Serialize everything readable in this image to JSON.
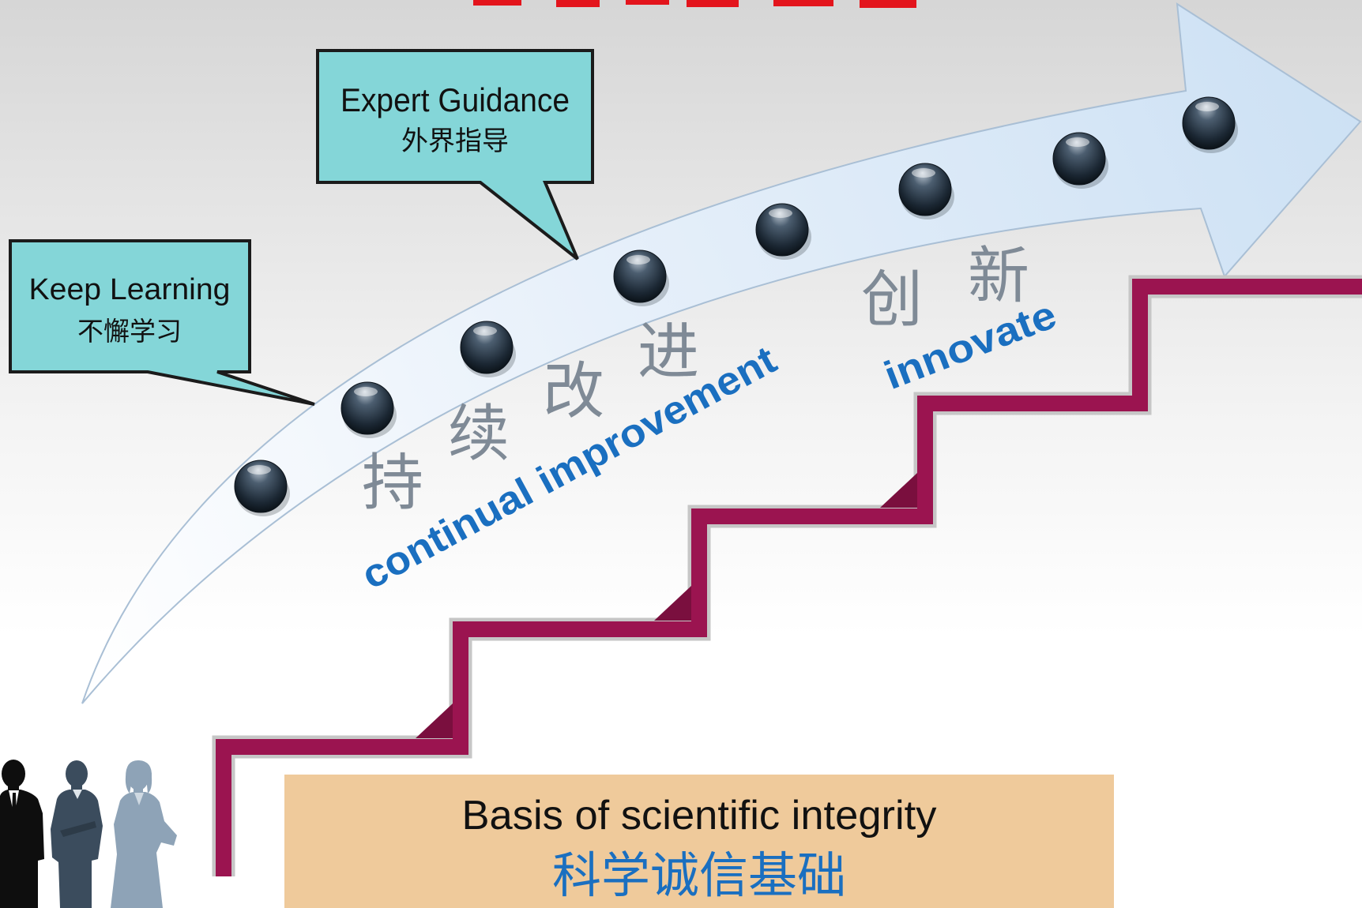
{
  "callouts": {
    "keep_learning": {
      "en": "Keep Learning",
      "zh": "不懈学习"
    },
    "expert_guidance": {
      "en": "Expert Guidance",
      "zh": "外界指导"
    }
  },
  "arrow": {
    "improve_zh": [
      "持",
      "续",
      "改",
      "进"
    ],
    "innovate_zh": [
      "创",
      "新"
    ],
    "improve_en": "continual improvement",
    "innovate_en": "innovate"
  },
  "foundation": {
    "en": "Basis of scientific integrity",
    "zh": "科学诚信基础"
  },
  "colors": {
    "title_red": "#e3141c",
    "callout_fill": "#84d6d8",
    "stair": "#9b1450",
    "accent_blue": "#1a6fc0",
    "zh_gray": "#7f8a96",
    "foundation_fill": "#efca9b"
  }
}
